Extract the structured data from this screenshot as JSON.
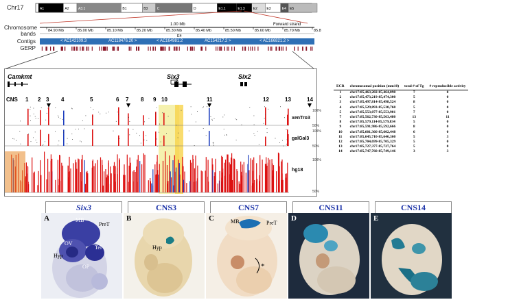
{
  "chromosome": {
    "label": "Chr17",
    "band_row_label": "Chromosome bands",
    "contigs_label": "Contigs",
    "gerp_label": "GERP",
    "scale_text": "1.00 Mb",
    "strand_text": "Forward strand",
    "band_names": [
      "A1",
      "A2",
      "A3.1",
      "B1",
      "B3",
      "C",
      "D",
      "E1.1",
      "E1.3",
      "E2",
      "E3",
      "E4",
      "E5"
    ],
    "ruler_ticks": [
      "84.90 Mb",
      "85.00 Mb",
      "85.10 Mb",
      "85.20 Mb",
      "85.30 Mb",
      "85.40 Mb",
      "85.50 Mb",
      "85.60 Mb",
      "85.70 Mb",
      "85.8"
    ],
    "band_text": "E4",
    "contigs": [
      "< AC142109.3",
      "AC118476.20 >",
      "< AC164981.2",
      "AC154217.2 >",
      "< AC166821.2 >"
    ]
  },
  "tracks": {
    "genes": [
      "Camkmt",
      "Six3",
      "Six2"
    ],
    "cns_prefix": "CNS",
    "cns_numbers": [
      "1",
      "2",
      "3",
      "4",
      "5",
      "6",
      "7",
      "8",
      "9",
      "10",
      "11",
      "12",
      "13",
      "14"
    ],
    "species": [
      "xenTro3",
      "galGal3",
      "hg18"
    ],
    "pct_top": "100%",
    "pct_bottom": "50%"
  },
  "ecr_table": {
    "headers": [
      "ECR",
      "chromosomal position (mm10)",
      "total # of Tg",
      "# reproducible activity"
    ],
    "rows": [
      [
        "1",
        "chr17:85,463,282-85,464,090",
        "7",
        "0"
      ],
      [
        "2",
        "chr17:85,473,219-85,474,300",
        "5",
        "0"
      ],
      [
        "3",
        "chr17:85,497,814-85,498,524",
        "8",
        "0"
      ],
      [
        "4",
        "chr17:85,529,893-85,530,760",
        "5",
        "0"
      ],
      [
        "5",
        "chr17:85,553,077-85,553,901",
        "7",
        "0"
      ],
      [
        "7",
        "chr17:85,562,730-85,563,480",
        "13",
        "11"
      ],
      [
        "8",
        "chr17:85,579,114-85,579,834",
        "5",
        "0"
      ],
      [
        "9",
        "chr17:85,591,986-85,592,666",
        "8",
        "0"
      ],
      [
        "10",
        "chr17:85,601,366-85,602,448",
        "6",
        "0"
      ],
      [
        "11",
        "chr17:85,645,710-85,646,360",
        "5",
        "3"
      ],
      [
        "12",
        "chr17:85,704,699-85,705,329",
        "5",
        "0"
      ],
      [
        "13",
        "chr17:85,727,377-85,727,764",
        "5",
        "0"
      ],
      [
        "14",
        "chr17:85,747,760-85,749,146",
        "3",
        "3"
      ]
    ]
  },
  "panels": [
    {
      "title": "Six3",
      "letter": "A",
      "annotations": [
        "MB",
        "PreT",
        "OV",
        "Tel",
        "Hyp",
        "OP"
      ]
    },
    {
      "title": "CNS3",
      "letter": "B",
      "annotations": [
        "Hyp"
      ]
    },
    {
      "title": "CNS7",
      "letter": "C",
      "annotations": [
        "MB",
        "PreT",
        "*"
      ]
    },
    {
      "title": "CNS11",
      "letter": "D",
      "annotations": []
    },
    {
      "title": "CNS14",
      "letter": "E",
      "annotations": []
    }
  ]
}
